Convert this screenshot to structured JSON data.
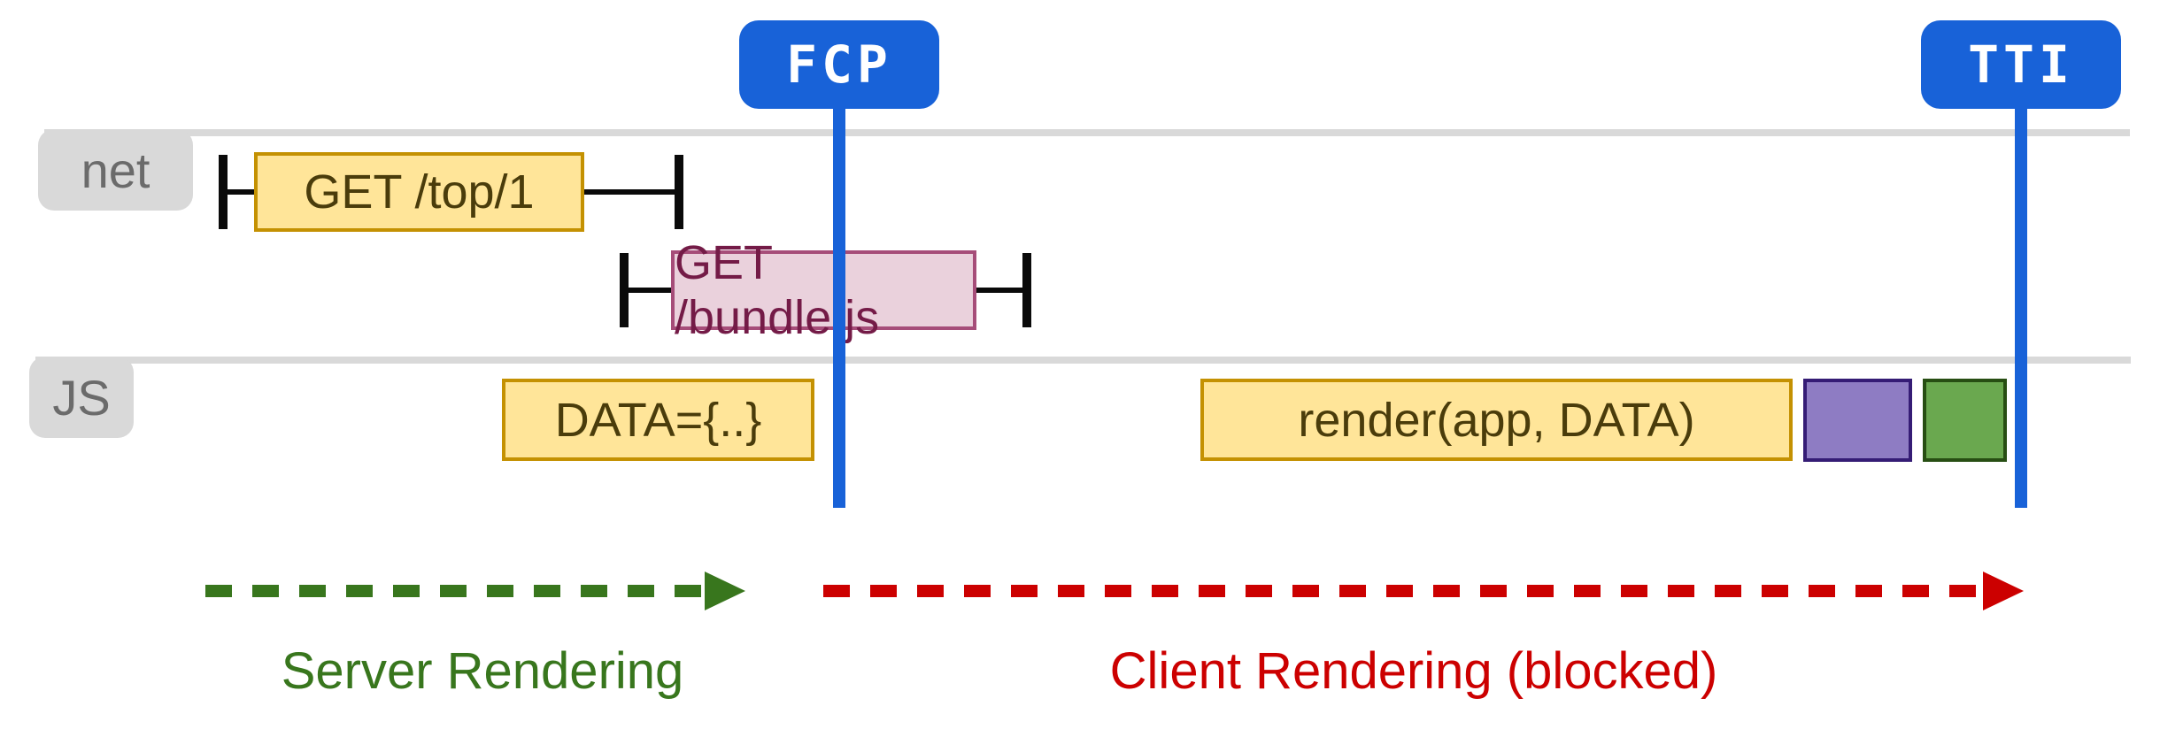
{
  "markers": {
    "fcp": {
      "label": "FCP"
    },
    "tti": {
      "label": "TTI"
    }
  },
  "tracks": {
    "net": {
      "label": "net",
      "requests": [
        {
          "label": "GET /top/1",
          "fill": "#FFE599",
          "border": "#C49102",
          "text_color": "#4a3c0b"
        },
        {
          "label": "GET /bundle.js",
          "fill": "#EAD1DC",
          "border": "#A64D79",
          "text_color": "#741B47"
        }
      ]
    },
    "js": {
      "label": "JS",
      "tasks": [
        {
          "label": "DATA={..}",
          "fill": "#FFE599",
          "border": "#C49102",
          "text_color": "#4a3c0b"
        },
        {
          "label": "render(app, DATA)",
          "fill": "#FFE599",
          "border": "#C49102",
          "text_color": "#4a3c0b"
        },
        {
          "label": "",
          "fill": "#8E7CC3",
          "border": "#351C75"
        },
        {
          "label": "",
          "fill": "#6AA84F",
          "border": "#274E13"
        }
      ]
    }
  },
  "phases": {
    "server": {
      "label": "Server Rendering",
      "color": "#38761D"
    },
    "client": {
      "label": "Client Rendering (blocked)",
      "color": "#CC0000"
    }
  },
  "colors": {
    "marker_blue": "#1862D8",
    "track_gray": "#D9D9D9",
    "whisker_black": "#0a0a0a",
    "background": "#ffffff"
  }
}
